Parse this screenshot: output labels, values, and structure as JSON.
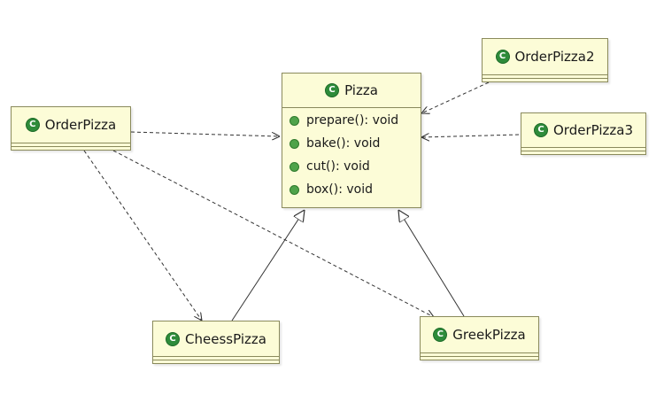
{
  "classes": {
    "pizza": {
      "name": "Pizza",
      "icon": "class-icon",
      "methods": [
        "prepare(): void",
        "bake(): void",
        "cut(): void",
        "box(): void"
      ]
    },
    "order_pizza": {
      "name": "OrderPizza",
      "icon": "class-icon"
    },
    "order_pizza2": {
      "name": "OrderPizza2",
      "icon": "class-icon"
    },
    "order_pizza3": {
      "name": "OrderPizza3",
      "icon": "class-icon"
    },
    "cheess_pizza": {
      "name": "CheessPizza",
      "icon": "class-icon"
    },
    "greek_pizza": {
      "name": "GreekPizza",
      "icon": "class-icon"
    }
  },
  "icon_glyph": "C",
  "relations": [
    {
      "from": "OrderPizza",
      "to": "Pizza",
      "type": "dependency"
    },
    {
      "from": "OrderPizza2",
      "to": "Pizza",
      "type": "dependency"
    },
    {
      "from": "OrderPizza3",
      "to": "Pizza",
      "type": "dependency"
    },
    {
      "from": "OrderPizza",
      "to": "CheessPizza",
      "type": "dependency"
    },
    {
      "from": "OrderPizza",
      "to": "GreekPizza",
      "type": "dependency"
    },
    {
      "from": "CheessPizza",
      "to": "Pizza",
      "type": "generalization"
    },
    {
      "from": "GreekPizza",
      "to": "Pizza",
      "type": "generalization"
    }
  ],
  "colors": {
    "class_fill": "#fcfcd7",
    "class_border": "#8a8a5c",
    "icon_green": "#2e8b3a",
    "edge": "#333333"
  }
}
